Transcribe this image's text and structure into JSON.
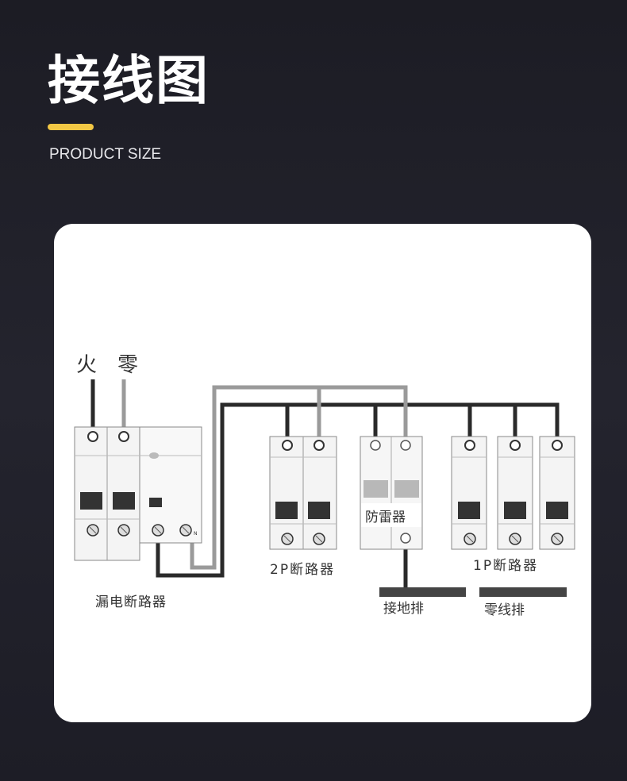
{
  "header": {
    "title": "接线图",
    "subtitle": "PRODUCT SIZE",
    "accent_color": "#f2c744"
  },
  "diagram": {
    "input_live": "火",
    "input_neutral": "零",
    "rcbo_label": "漏电断路器",
    "breaker_2p_label": "2P断路器",
    "spd_label": "防雷器",
    "breaker_1p_label": "1P断路器",
    "ground_bar_label": "接地排",
    "neutral_bar_label": "零线排",
    "n_mark": "N"
  }
}
